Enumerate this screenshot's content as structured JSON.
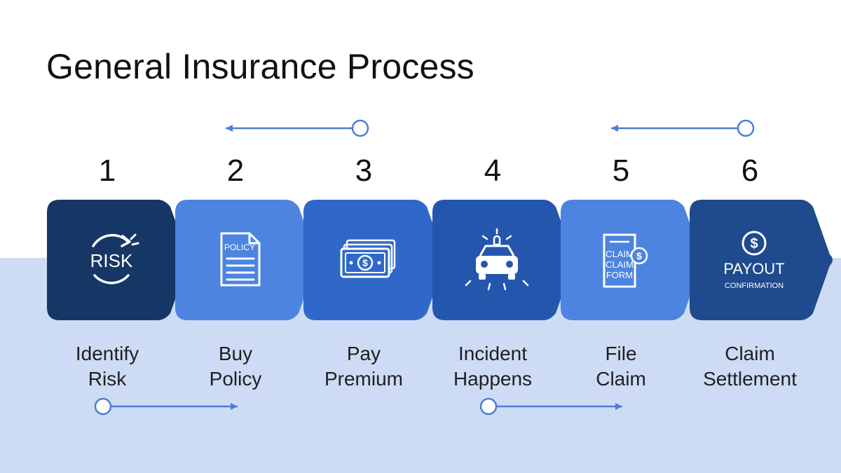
{
  "title": "General Insurance Process",
  "colors": {
    "dark_navy": "#163765",
    "light_blue": "#4c84e0",
    "mid_blue": "#2f68c8",
    "deep_blue": "#2456ad",
    "band": "#cddcf4",
    "connector": "#4a7fd2"
  },
  "steps": [
    {
      "number": "1",
      "caption_lines": [
        "Identify",
        "Risk"
      ],
      "color": "#163765",
      "icon": "risk-cycle-icon",
      "icon_text": "RISK"
    },
    {
      "number": "2",
      "caption_lines": [
        "Buy",
        "Policy"
      ],
      "color": "#4c84e0",
      "icon": "policy-document-icon",
      "icon_text": "POLICY"
    },
    {
      "number": "3",
      "caption_lines": [
        "Pay",
        "Premium"
      ],
      "color": "#2f68c8",
      "icon": "banknotes-icon"
    },
    {
      "number": "4",
      "caption_lines": [
        "Incident",
        "Happens"
      ],
      "color": "#2456ad",
      "icon": "car-incident-icon"
    },
    {
      "number": "5",
      "caption_lines": [
        "File",
        "Claim"
      ],
      "color": "#4c84e0",
      "icon": "claim-form-icon",
      "icon_text_lines": [
        "CLAIM",
        "CLAIM",
        "FORM"
      ]
    },
    {
      "number": "6",
      "caption_lines": [
        "Claim",
        "Settlement"
      ],
      "color": "#1f4a8e",
      "icon": "payout-icon",
      "icon_text": "PAYOUT",
      "icon_subtext": "CONFIRMATION"
    }
  ],
  "connectors": [
    {
      "name": "top-connector-left",
      "direction": "left"
    },
    {
      "name": "top-connector-right",
      "direction": "left"
    },
    {
      "name": "bottom-connector-left",
      "direction": "right"
    },
    {
      "name": "bottom-connector-right",
      "direction": "right"
    }
  ]
}
